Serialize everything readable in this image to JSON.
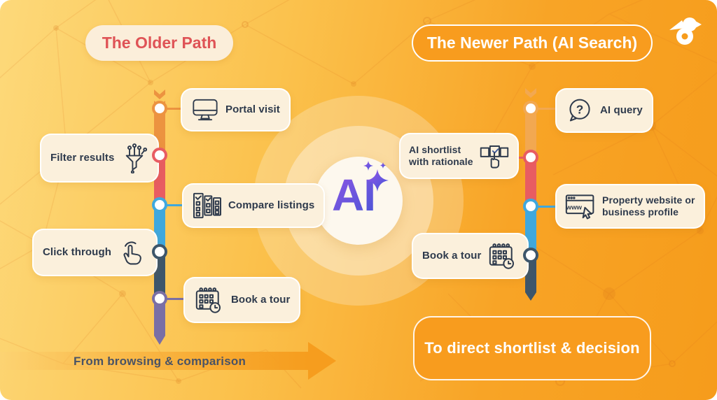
{
  "header": {
    "old_path_title": "The Older Path",
    "new_path_title": "The Newer Path (AI Search)",
    "logo": "bird-logo"
  },
  "center": {
    "label": "AI",
    "decoration": "sparkles-icon"
  },
  "old_path": {
    "steps": [
      {
        "label": "Portal visit",
        "icon": "monitor-icon",
        "color": "#EC9340",
        "side": "right"
      },
      {
        "label": "Filter results",
        "icon": "filter-funnel-icon",
        "color": "#E85C62",
        "side": "left"
      },
      {
        "label": "Compare listings",
        "icon": "compare-boards-icon",
        "color": "#3FA8DE",
        "side": "right"
      },
      {
        "label": "Click through",
        "icon": "hand-click-icon",
        "color": "#3D566B",
        "side": "left"
      },
      {
        "label": "Book a tour",
        "icon": "calendar-clock-icon",
        "color": "#7A6FA5",
        "side": "right"
      }
    ],
    "footer": "From browsing & comparison"
  },
  "new_path": {
    "steps": [
      {
        "label": "AI query",
        "icon": "chat-question-icon",
        "icon_text": "?",
        "color": "#F2A851",
        "side": "right"
      },
      {
        "label": "AI shortlist\nwith rationale",
        "icon": "shortlist-check-icon",
        "color": "#E85C62",
        "side": "left"
      },
      {
        "label": "Property website or\nbusiness profile",
        "icon": "browser-www-icon",
        "icon_text": "www",
        "color": "#3FA8DE",
        "side": "right"
      },
      {
        "label": "Book a tour",
        "icon": "calendar-clock-icon",
        "color": "#3D566B",
        "side": "left"
      }
    ],
    "footer": "To direct shortlist & decision"
  },
  "colors": {
    "background_light": "#FDD97A",
    "background_dark": "#F69C1B",
    "card_cream": "#FBF0DC",
    "accent_orange": "#F89C1E",
    "old_title_red": "#DF5356",
    "text_dark": "#2E3A4C",
    "timeline": [
      "#EC9340",
      "#E85C62",
      "#3FA8DE",
      "#3D566B",
      "#7A6FA5"
    ],
    "ai_gradient": [
      "#9257E5",
      "#4A55D6"
    ]
  }
}
